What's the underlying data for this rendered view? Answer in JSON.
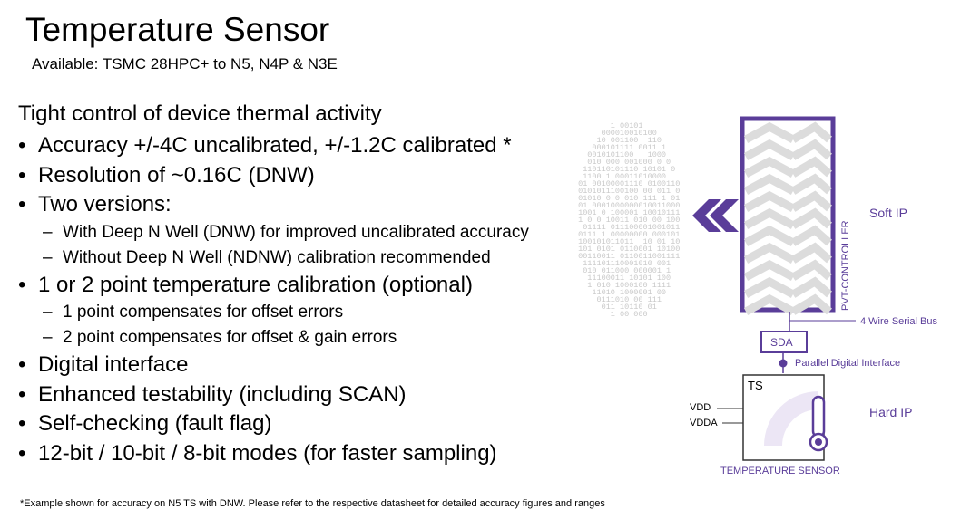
{
  "header": {
    "title": "Temperature Sensor",
    "subtitle": "Available: TSMC 28HPC+ to N5, N4P & N3E"
  },
  "content": {
    "lead": "Tight control of device thermal activity",
    "bullets": [
      {
        "level": 1,
        "text": "Accuracy +/-4C uncalibrated, +/-1.2C calibrated *"
      },
      {
        "level": 1,
        "text": "Resolution of ~0.16C (DNW)"
      },
      {
        "level": 1,
        "text": "Two versions:"
      },
      {
        "level": 2,
        "text": "With Deep N Well (DNW) for improved uncalibrated accuracy"
      },
      {
        "level": 2,
        "text": "Without Deep N Well (NDNW) calibration recommended"
      },
      {
        "level": 1,
        "text": "1 or 2 point temperature calibration (optional)"
      },
      {
        "level": 2,
        "text": "1 point compensates for offset errors"
      },
      {
        "level": 2,
        "text": "2 point compensates for offset & gain errors"
      },
      {
        "level": 1,
        "text": "Digital interface"
      },
      {
        "level": 1,
        "text": "Enhanced testability (including SCAN)"
      },
      {
        "level": 1,
        "text": "Self-checking (fault flag)"
      },
      {
        "level": 1,
        "text": "12-bit / 10-bit / 8-bit modes (for faster sampling)"
      }
    ],
    "footnote": "*Example shown for accuracy on N5 TS with DNW. Please refer to the respective datasheet for detailed accuracy figures and ranges"
  },
  "diagram": {
    "controller_label": "PVT-CONTROLLER",
    "soft_ip": "Soft IP",
    "bus": "4 Wire Serial Bus",
    "sda": "SDA",
    "parallel": "Parallel Digital Interface",
    "ts": "TS",
    "vdd": "VDD",
    "vdda": "VDDA",
    "hard_ip": "Hard IP",
    "sensor_caption": "TEMPERATURE SENSOR",
    "colors": {
      "accent": "#5a3d99",
      "chevron": "#dcdcdc",
      "binary": "#c8c8c8"
    }
  }
}
